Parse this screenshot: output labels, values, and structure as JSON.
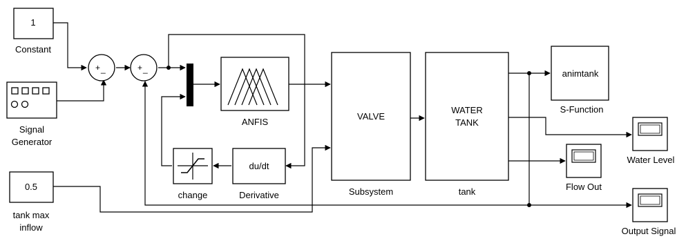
{
  "blocks": {
    "constant": {
      "value": "1",
      "label": "Constant"
    },
    "signal_generator": {
      "label_line1": "Signal",
      "label_line2": "Generator"
    },
    "tank_max_inflow": {
      "value": "0.5",
      "label_line1": "tank max",
      "label_line2": "inflow"
    },
    "sum1": {
      "plus": "+",
      "minus": "_"
    },
    "sum2": {
      "plus": "+",
      "minus": "_"
    },
    "anfis": {
      "label": "ANFIS"
    },
    "change": {
      "label": "change"
    },
    "derivative": {
      "value": "du/dt",
      "label": "Derivative"
    },
    "subsystem": {
      "value": "VALVE",
      "label": "Subsystem"
    },
    "tank": {
      "value_line1": "WATER",
      "value_line2": "TANK",
      "label": "tank"
    },
    "s_function": {
      "value": "animtank",
      "label": "S-Function"
    },
    "water_level": {
      "label": "Water Level"
    },
    "flow_out": {
      "label": "Flow Out"
    },
    "output_signal": {
      "label": "Output Signal"
    }
  }
}
